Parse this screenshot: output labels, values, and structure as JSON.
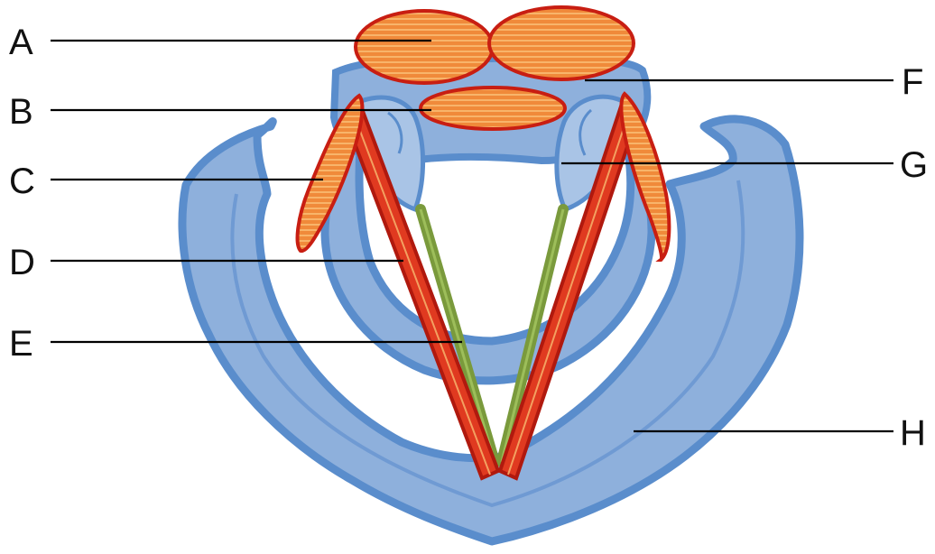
{
  "labels": {
    "A": "A",
    "B": "B",
    "C": "C",
    "D": "D",
    "E": "E",
    "F": "F",
    "G": "G",
    "H": "H"
  },
  "colors": {
    "cartilage_fill": "#8EB0DC",
    "cartilage_edge": "#5A8DCC",
    "muscle_fill": "#F08A3A",
    "muscle_edge": "#C81E12",
    "muscle_stripe": "#FFD08A",
    "ligament": "#7A9A3C",
    "ligament_stripe": "#9DBE5A"
  }
}
